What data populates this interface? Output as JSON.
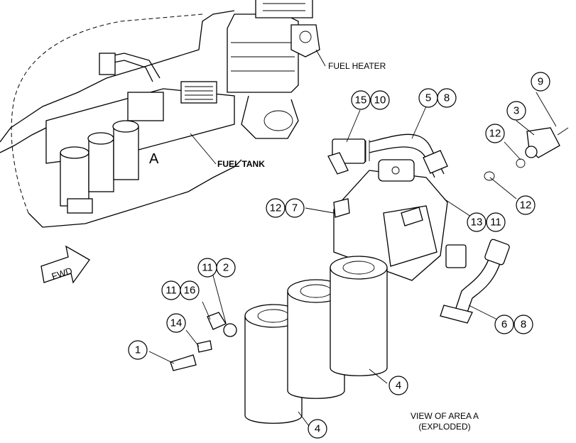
{
  "labels": {
    "fuel_heater": "FUEL HEATER",
    "fuel_tank": "FUEL TANK",
    "area_marker": "A",
    "fwd": "FWD",
    "view_line1": "VIEW OF AREA  A",
    "view_line2": "(EXPLODED)"
  },
  "callouts": {
    "c15": "15",
    "c10": "10",
    "c5": "5",
    "c8a": "8",
    "c9": "9",
    "c3": "3",
    "c12a": "12",
    "c12b": "12",
    "c12c": "12",
    "c7": "7",
    "c13": "13",
    "c11a": "11",
    "c11b": "11",
    "c2": "2",
    "c11c": "11",
    "c16": "16",
    "c14": "14",
    "c1": "1",
    "c6": "6",
    "c8b": "8",
    "c4a": "4",
    "c4b": "4"
  }
}
